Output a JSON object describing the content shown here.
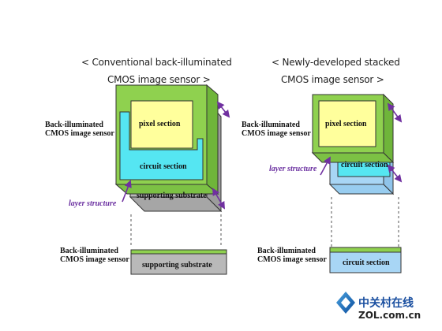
{
  "left": {
    "title_line1": "< Conventional back-illuminated",
    "title_line2": "CMOS image sensor >",
    "side_label_line1": "Back-illuminated",
    "side_label_line2": "CMOS image sensor",
    "pixel_label": "pixel section",
    "circuit_label": "circuit section",
    "substrate_label": "supporting substrate",
    "layer_label": "layer structure",
    "bottom_label_line1": "Back-illuminated",
    "bottom_label_line2": "CMOS image sensor",
    "bottom_substrate_label": "supporting substrate"
  },
  "right": {
    "title_line1": "< Newly-developed stacked",
    "title_line2": "CMOS image sensor >",
    "side_label_line1": "Back-illuminated",
    "side_label_line2": "CMOS image sensor",
    "pixel_label": "pixel section",
    "circuit_label": "circuit section",
    "layer_label": "layer structure",
    "bottom_label_line1": "Back-illuminated",
    "bottom_label_line2": "CMOS image sensor",
    "bottom_circuit_label": "circuit section"
  },
  "watermark": {
    "chinese": "中关村在线",
    "english": "ZOL.com.cn"
  },
  "colors": {
    "green": "#8fd14f",
    "yellow": "#ffff9c",
    "cyan": "#55e6f2",
    "gray": "#b8b8b8",
    "light_blue": "#a8d6f5",
    "arrow_purple": "#7030a0"
  }
}
